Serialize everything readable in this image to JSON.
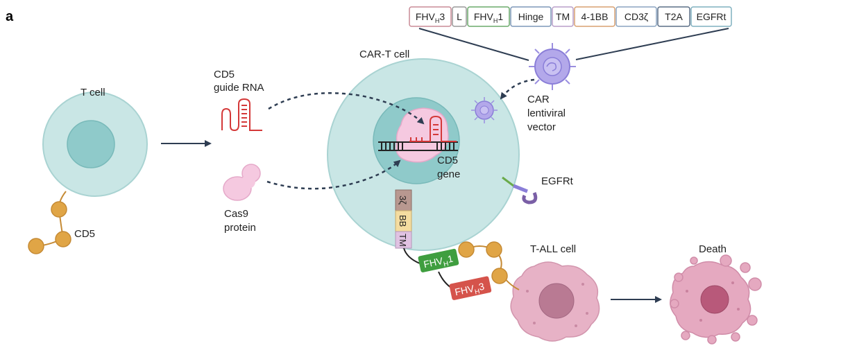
{
  "figure": {
    "panel_label": "a",
    "labels": {
      "t_cell": "T cell",
      "cd5_left": "CD5",
      "guide_rna_1": "CD5",
      "guide_rna_2": "guide RNA",
      "cas9_1": "Cas9",
      "cas9_2": "protein",
      "car_t_cell": "CAR-T cell",
      "cd5_gene_1": "CD5",
      "cd5_gene_2": "gene",
      "vector_1": "CAR",
      "vector_2": "lentiviral",
      "vector_3": "vector",
      "egfrt": "EGFRt",
      "t_all_cell": "T-ALL cell",
      "death": "Death"
    },
    "construct": [
      {
        "main": "FHV",
        "sub": "H",
        "tail": "3",
        "color": "#c98a96"
      },
      {
        "main": "L",
        "sub": "",
        "tail": "",
        "color": "#999999"
      },
      {
        "main": "FHV",
        "sub": "H",
        "tail": "1",
        "color": "#6aaa6a"
      },
      {
        "main": "Hinge",
        "sub": "",
        "tail": "",
        "color": "#7d97b8"
      },
      {
        "main": "TM",
        "sub": "",
        "tail": "",
        "color": "#b89ec8"
      },
      {
        "main": "4-1BB",
        "sub": "",
        "tail": "",
        "color": "#d8a070"
      },
      {
        "main": "CD3ζ",
        "sub": "",
        "tail": "",
        "color": "#8aa4c0"
      },
      {
        "main": "T2A",
        "sub": "",
        "tail": "",
        "color": "#5a6e86"
      },
      {
        "main": "EGFRt",
        "sub": "",
        "tail": "",
        "color": "#7fb0bf"
      }
    ],
    "car_domains": {
      "zeta": "3ζ",
      "bb": "BB",
      "tm": "TM",
      "fhv1_main": "FHV",
      "fhv1_sub": "H",
      "fhv1_tail": "1",
      "fhv3_main": "FHV",
      "fhv3_sub": "H",
      "fhv3_tail": "3"
    },
    "colors": {
      "t_cell": "#c9e6e5",
      "nucleus": "#8fcaca",
      "cd5_bead": "#e0a546",
      "rna": "#d43838",
      "cas9": "#f5c9e0",
      "virus": "#9b8fe0",
      "car_green": "#3f9e3f",
      "car_red": "#d5534b",
      "t_all": "#e7b2c6",
      "t_all_nucleus": "#b97a93",
      "death": "#e5a9c0",
      "death_nucleus": "#b8597a"
    }
  }
}
